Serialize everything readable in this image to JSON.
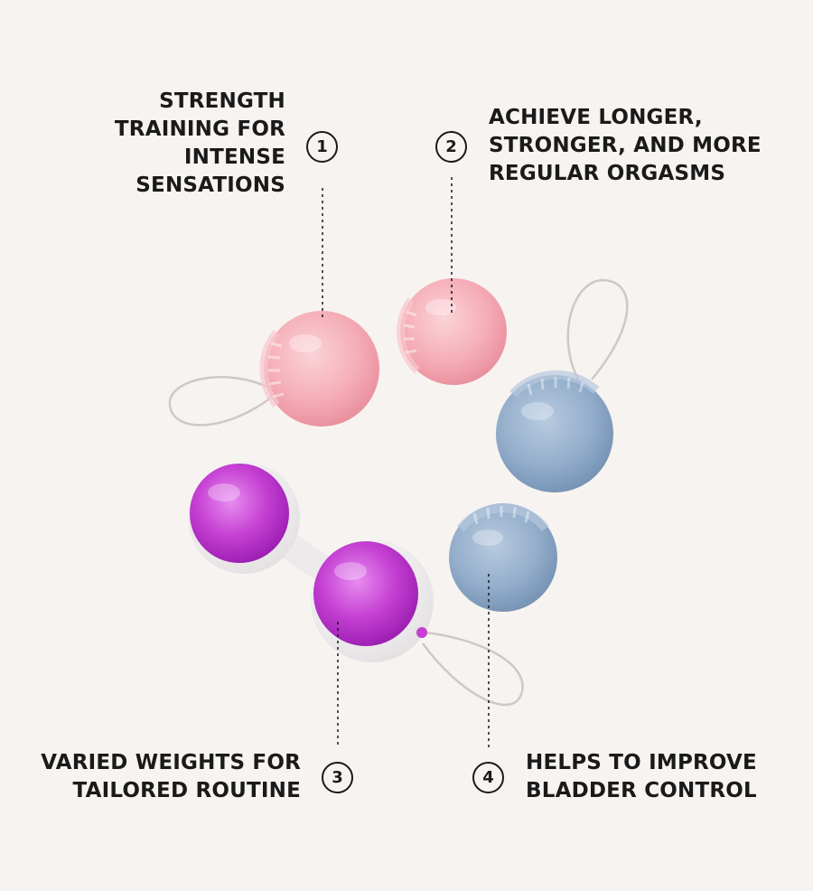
{
  "colors": {
    "background": "#f7f3f0",
    "text": "#1a1a1a",
    "pink_ball": "#f6b3bd",
    "blue_ball": "#9ab3cf",
    "purple_ball": "#c13fd0",
    "white_shell": "#ffffff",
    "cord": "#c9c4c0"
  },
  "features": [
    {
      "number": "1",
      "lines": [
        "STRENGTH",
        "TRAINING FOR",
        "INTENSE",
        "SENSATIONS"
      ]
    },
    {
      "number": "2",
      "lines": [
        "ACHIEVE LONGER,",
        "STRONGER, AND MORE",
        "REGULAR ORGASMS"
      ]
    },
    {
      "number": "3",
      "lines": [
        "VARIED WEIGHTS FOR",
        "TAILORED ROUTINE"
      ]
    },
    {
      "number": "4",
      "lines": [
        "HELPS TO IMPROVE",
        "BLADDER CONTROL"
      ]
    }
  ]
}
